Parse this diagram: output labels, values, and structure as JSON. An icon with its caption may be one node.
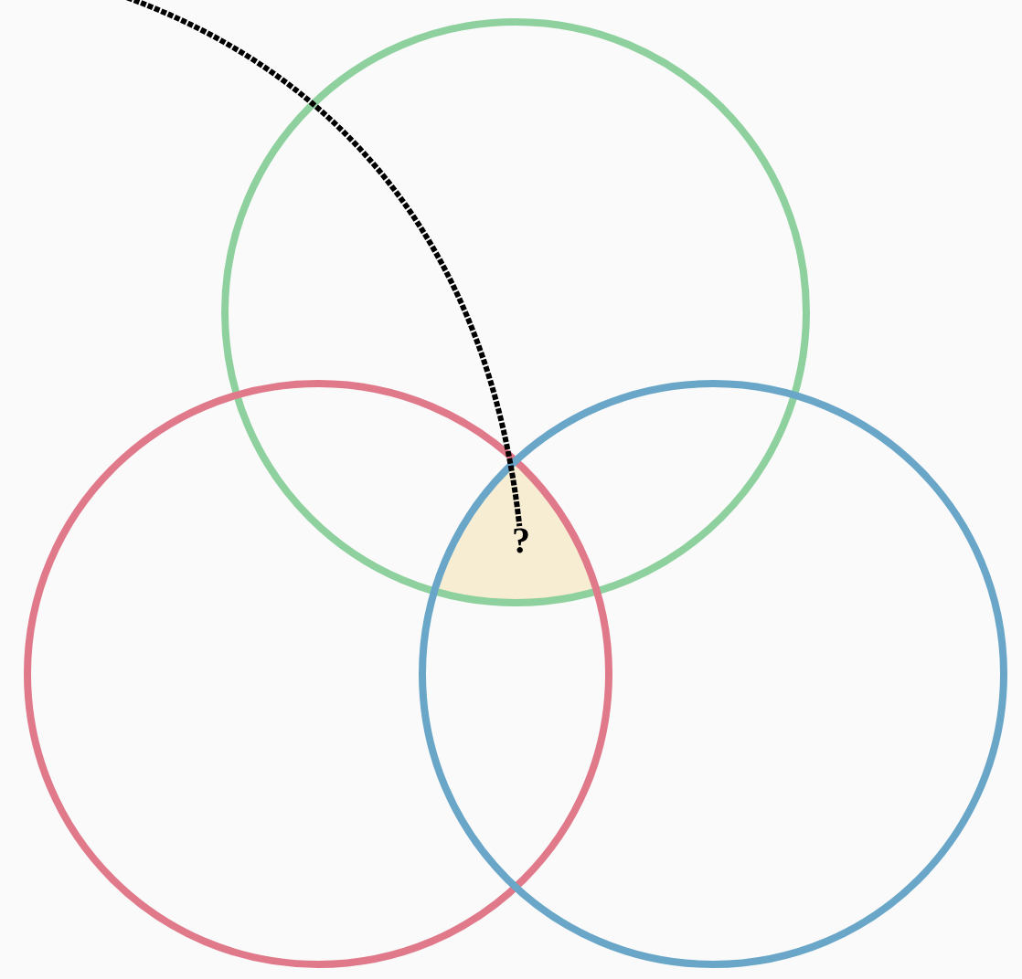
{
  "diagram": {
    "nodes": [
      {
        "text": [],
        "shape": "circle"
      },
      {
        "text": [],
        "shape": "circle"
      },
      {
        "text": [],
        "shape": "circle"
      },
      {
        "text": [
          "?"
        ]
      }
    ],
    "edges": [
      {
        "from": null,
        "to": 3,
        "arrow": "none",
        "style": "dashed"
      }
    ]
  }
}
